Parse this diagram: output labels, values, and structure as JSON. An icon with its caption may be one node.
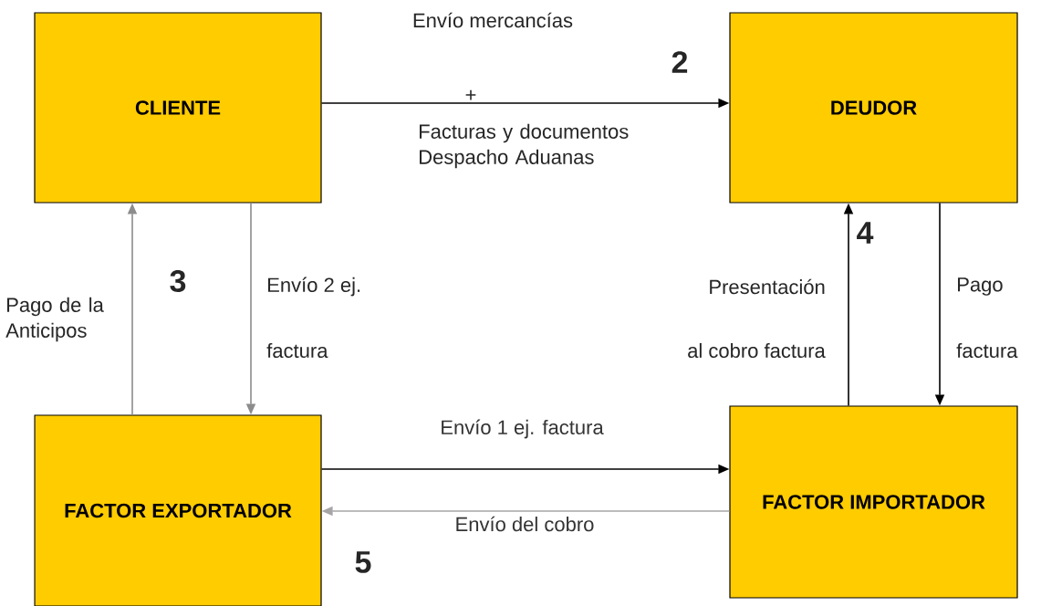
{
  "diagram": {
    "nodes": [
      {
        "text": [
          "CLIENTE"
        ]
      },
      {
        "text": [
          "DEUDOR"
        ]
      },
      {
        "text": [
          "FACTOR EXPORTADOR"
        ]
      },
      {
        "text": [
          "FACTOR IMPORTADOR"
        ]
      }
    ],
    "edges": [
      {
        "from": 0,
        "to": 1,
        "arrow": "to"
      },
      {
        "from": 2,
        "to": 0,
        "arrow": "to",
        "color": "#8c8c8c"
      },
      {
        "from": 0,
        "to": 2,
        "arrow": "to",
        "color": "#8c8c8c"
      },
      {
        "from": 3,
        "to": 1,
        "arrow": "to"
      },
      {
        "from": 1,
        "to": 3,
        "arrow": "to"
      },
      {
        "from": 2,
        "to": 3,
        "arrow": "to",
        "label": "Envío 1 ej. factura"
      },
      {
        "from": 3,
        "to": 2,
        "arrow": "to",
        "color": "#a6a6a6",
        "label": "Envío del cobro"
      }
    ],
    "labels": [
      "Envío mercancías",
      "2",
      "+",
      "Facturas y documentos Despacho Aduanas",
      "4",
      "Pago de la Anticipos",
      "3",
      "Envío 2 ej.",
      "Presentación",
      "Pago",
      "factura",
      "al cobro factura",
      "factura",
      "5"
    ]
  }
}
